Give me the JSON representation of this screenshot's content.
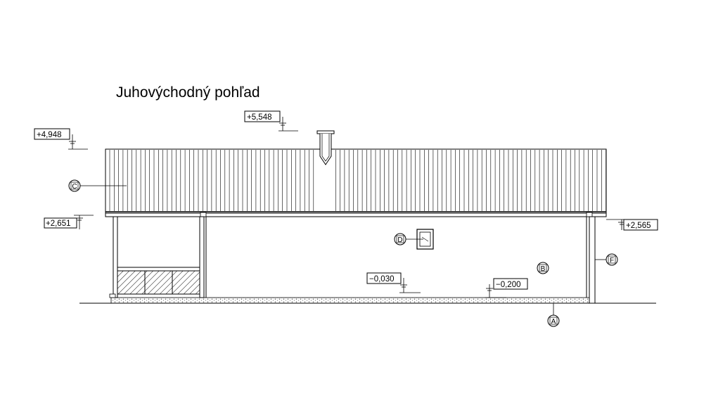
{
  "title": "Juhovýchodný pohľad",
  "levels": {
    "roof_ridge": "+5,548",
    "roof_left": "+4,948",
    "eave_left": "+2,651",
    "eave_right": "+2,565",
    "floor": "−0,030",
    "terrain": "−0,200"
  },
  "markers": {
    "roofing": "C",
    "window": "D",
    "wall": "B",
    "column": "F",
    "ground": "A"
  },
  "colors": {
    "line": "#000000",
    "background": "#ffffff"
  }
}
